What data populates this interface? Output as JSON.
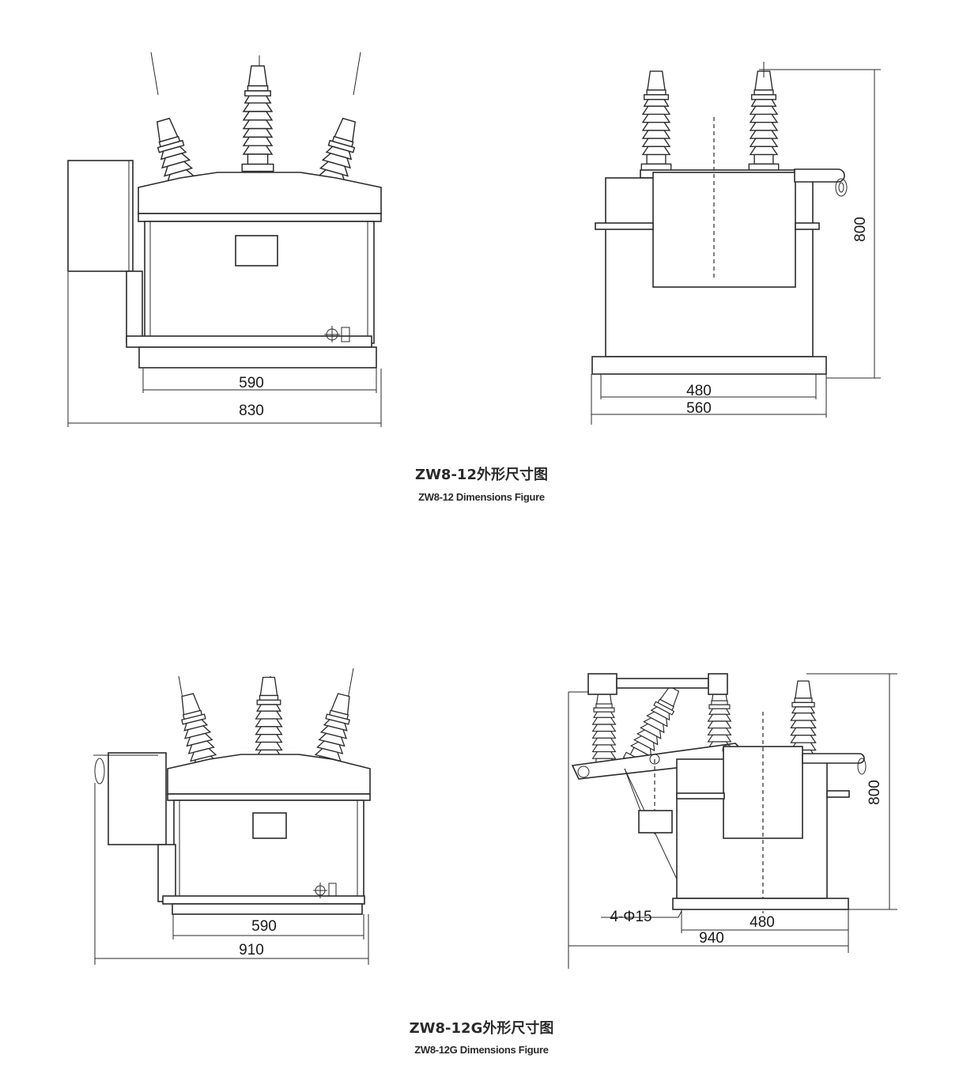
{
  "figure1": {
    "title_cn": "ZW8-12外形尺寸图",
    "title_en": "ZW8-12 Dimensions Figure",
    "front_dims": {
      "inner": "590",
      "overall": "830"
    },
    "side_dims": {
      "inner": "480",
      "overall": "560",
      "height": "800"
    }
  },
  "figure2": {
    "title_cn": "ZW8-12G外形尺寸图",
    "title_en": "ZW8-12G Dimensions Figure",
    "front_dims": {
      "inner": "590",
      "overall": "910"
    },
    "side_dims": {
      "inner": "480",
      "overall": "940",
      "height": "800",
      "holes": "4-Φ15"
    }
  }
}
